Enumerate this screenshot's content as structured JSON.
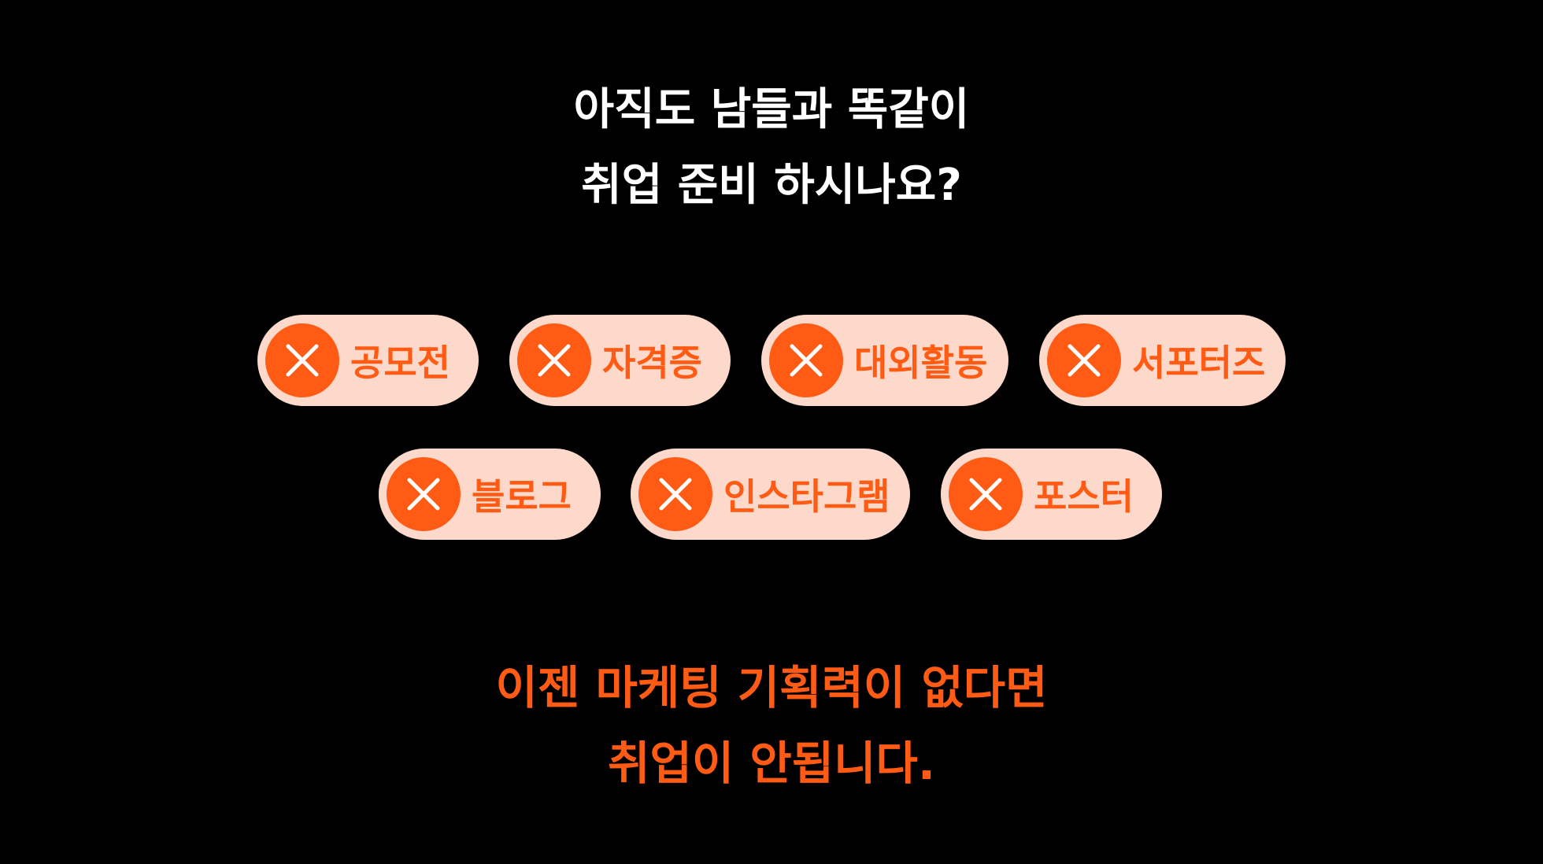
{
  "headline": {
    "line1": "아직도 남들과 똑같이",
    "line2": "취업 준비 하시나요?"
  },
  "tags": {
    "row1": [
      {
        "label": "공모전",
        "icon": "close-icon"
      },
      {
        "label": "자격증",
        "icon": "close-icon"
      },
      {
        "label": "대외활동",
        "icon": "close-icon"
      },
      {
        "label": "서포터즈",
        "icon": "close-icon"
      }
    ],
    "row2": [
      {
        "label": "블로그",
        "icon": "close-icon"
      },
      {
        "label": "인스타그램",
        "icon": "close-icon"
      },
      {
        "label": "포스터",
        "icon": "close-icon"
      }
    ]
  },
  "subline": {
    "line1": "이젠 마케팅 기획력이 없다면",
    "line2": "취업이 안됩니다."
  },
  "colors": {
    "background": "#000000",
    "headline": "#ffffff",
    "accent": "#ff5b14",
    "tag_background": "#fdd9cb"
  }
}
